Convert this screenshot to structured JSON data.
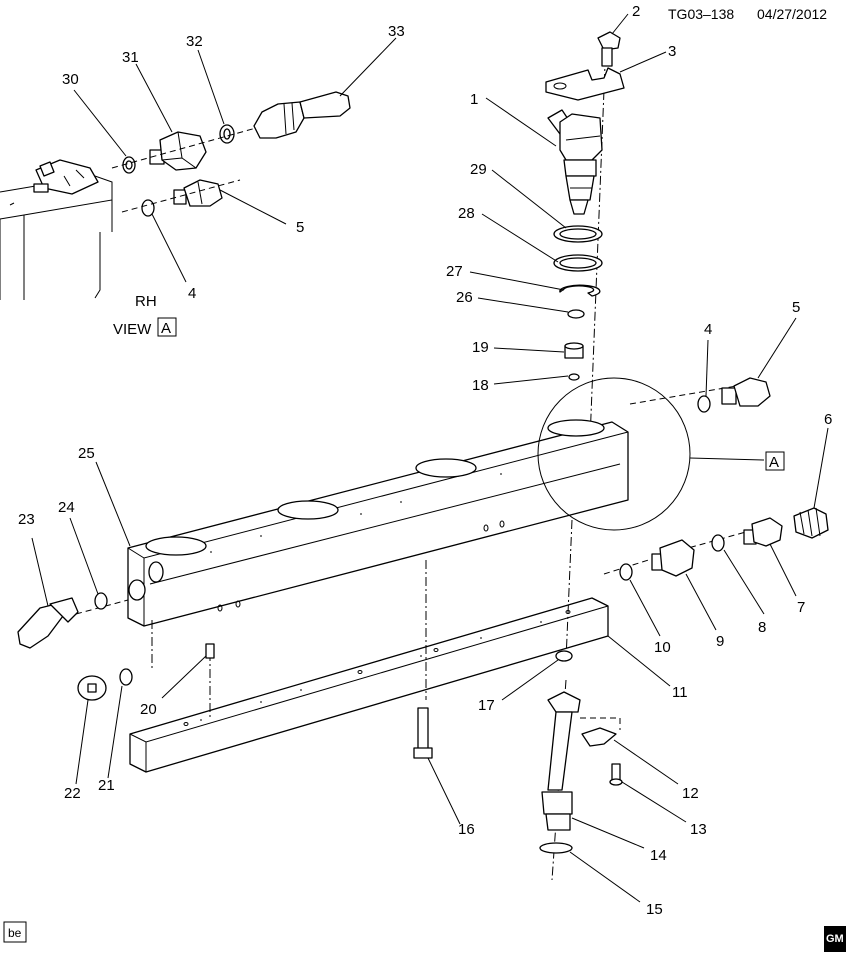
{
  "header": {
    "code": "TG03–138",
    "date": "04/27/2012"
  },
  "view": {
    "side": "RH",
    "prefix": "VIEW",
    "letter": "A"
  },
  "detail_callout": "A",
  "corner_tag": "be",
  "logo": "GM",
  "callouts": {
    "c1": "1",
    "c2": "2",
    "c3": "3",
    "c4a": "4",
    "c4b": "4",
    "c5a": "5",
    "c5b": "5",
    "c6": "6",
    "c7": "7",
    "c8": "8",
    "c9": "9",
    "c10": "10",
    "c11": "11",
    "c12": "12",
    "c13": "13",
    "c14": "14",
    "c15": "15",
    "c16": "16",
    "c17": "17",
    "c18": "18",
    "c19": "19",
    "c20": "20",
    "c21": "21",
    "c22": "22",
    "c23": "23",
    "c24": "24",
    "c25": "25",
    "c26": "26",
    "c27": "27",
    "c28": "28",
    "c29": "29",
    "c30": "30",
    "c31": "31",
    "c32": "32",
    "c33": "33"
  }
}
